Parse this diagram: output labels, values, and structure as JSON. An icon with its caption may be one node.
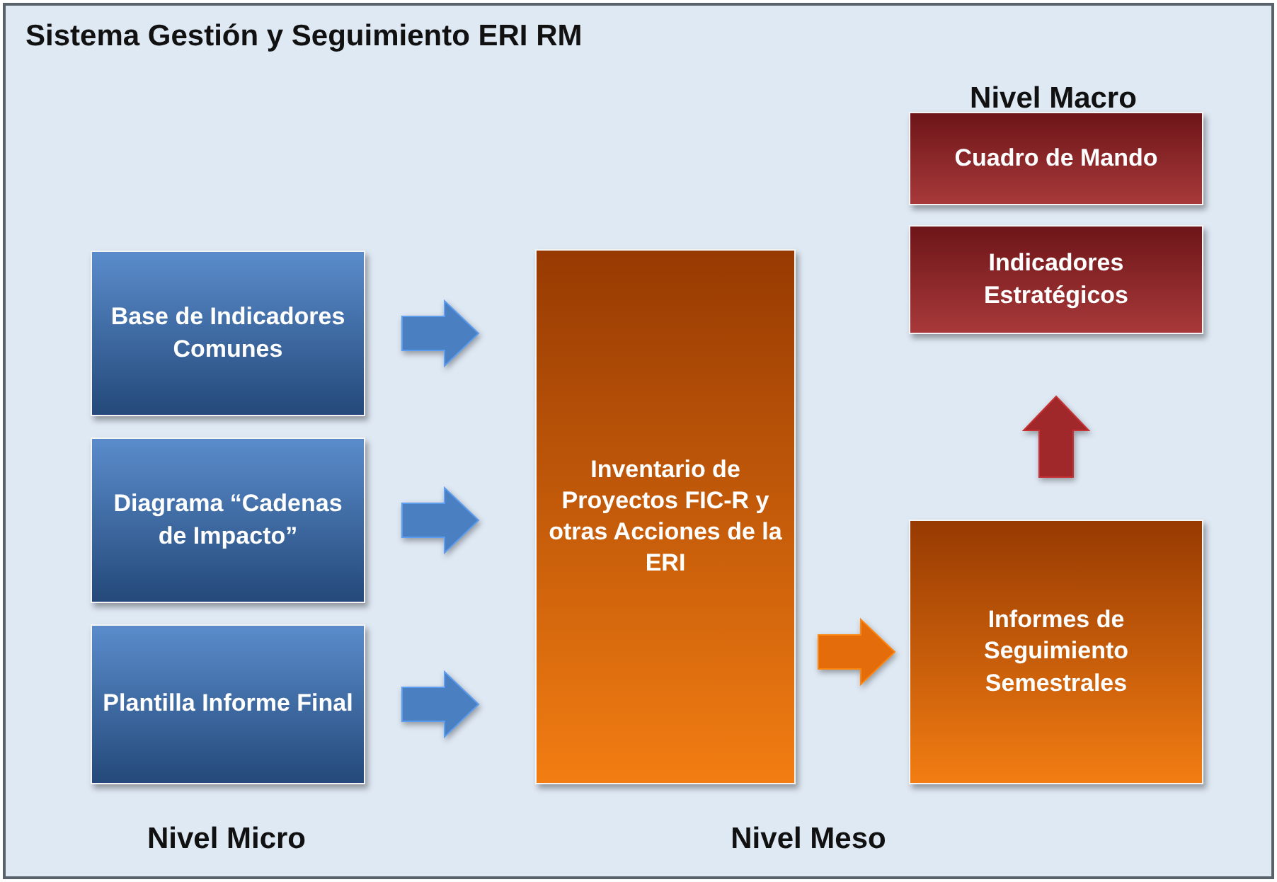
{
  "diagram": {
    "title": "Sistema Gestión y Seguimiento ERI RM",
    "nodes": [
      {
        "text": [
          "Cuadro de Mando"
        ]
      },
      {
        "text": [
          "Indicadores Estratégicos"
        ]
      },
      {
        "text": [
          "Base de Indicadores Comunes"
        ]
      },
      {
        "text": [
          "Diagrama “Cadenas de Impacto”"
        ]
      },
      {
        "text": [
          "Plantilla Informe Final"
        ]
      },
      {
        "text": [
          "Inventario de Proyectos FIC-R y otras Acciones de la ERI"
        ]
      },
      {
        "text": [
          "Informes de Seguimiento Semestrales"
        ]
      }
    ],
    "edges": [
      {
        "from": 2,
        "to": 5,
        "arrow": "to"
      },
      {
        "from": 3,
        "to": 5,
        "arrow": "to"
      },
      {
        "from": 4,
        "to": 5,
        "arrow": "to"
      },
      {
        "from": 5,
        "to": 6,
        "arrow": "to",
        "color": "#e46c0a"
      },
      {
        "from": 6,
        "to": 1,
        "arrow": "to",
        "color": "#a0282a"
      }
    ],
    "labels": [
      "Nivel Macro",
      "Nivel Micro",
      "Nivel Meso"
    ]
  }
}
